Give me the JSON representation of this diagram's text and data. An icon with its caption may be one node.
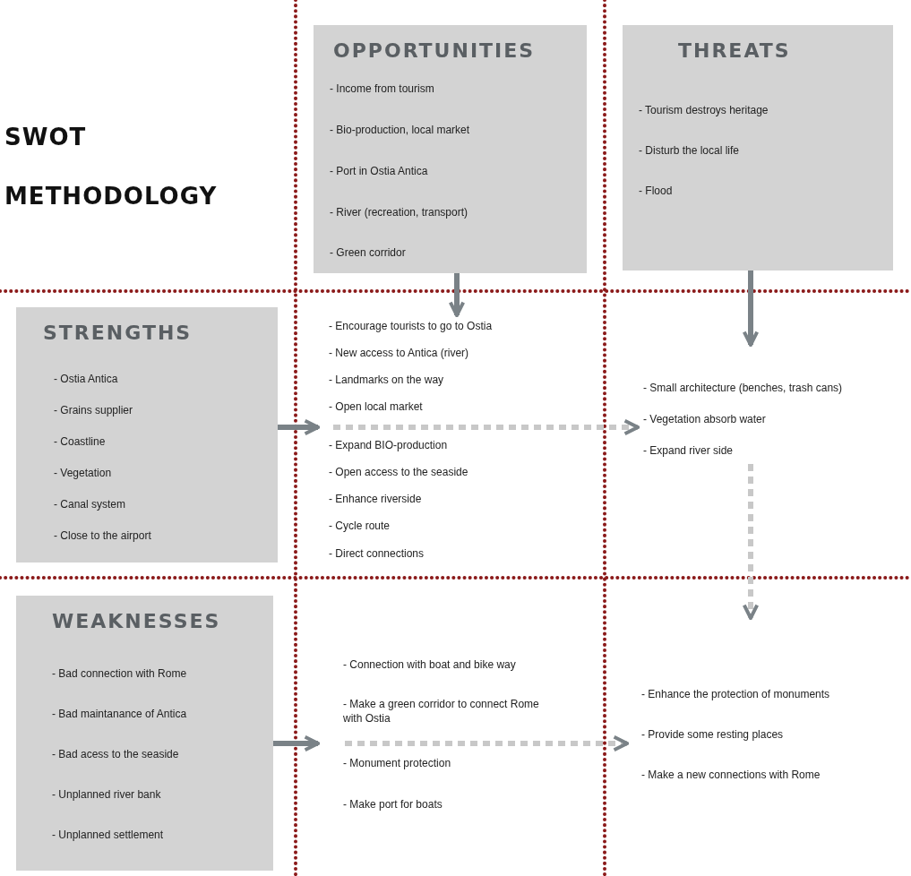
{
  "diagram": {
    "title": "SWOT METHODOLOGY",
    "nodes": [
      {
        "text": [
          "OPPORTUNITIES",
          "- Income from tourism",
          "- Bio-production, local market",
          "- Port in Ostia Antica",
          "- River (recreation, transport)",
          "- Green corridor"
        ]
      },
      {
        "text": [
          "THREATS",
          "- Tourism destroys heritage",
          "- Disturb the local life",
          "- Flood"
        ]
      },
      {
        "text": [
          "STRENGTHS",
          "- Ostia Antica",
          "- Grains supplier",
          "- Coastline",
          "- Vegetation",
          "- Canal system",
          "- Close to the airport"
        ]
      },
      {
        "text": [
          "WEAKNESSES",
          "- Bad connection with Rome",
          "- Bad maintanance of  Antica",
          "- Bad acess to the seaside",
          "- Unplanned river bank",
          "- Unplanned settlement"
        ]
      },
      {
        "text": [
          "- Encourage tourists to go to Ostia",
          "- New access to Antica (river)",
          "- Landmarks on the way",
          "- Open local market",
          "- Expand BIO-production",
          "- Open access to the seaside",
          "- Enhance riverside",
          "- Cycle route",
          "- Direct connections"
        ]
      },
      {
        "text": [
          "- Small architecture  (benches, trash cans)",
          "- Vegetation absorb water",
          "- Expand river side"
        ]
      },
      {
        "text": [
          "- Connection with boat and bike way",
          "- Make a green corridor to connect Rome with Ostia",
          "- Monument protection",
          "- Make port for boats"
        ]
      },
      {
        "text": [
          "- Enhance the protection of monuments",
          "- Provide some resting places",
          "- Make a new connections with Rome"
        ]
      }
    ],
    "edges": [
      {
        "from": 0,
        "to": 4,
        "arrow": "to"
      },
      {
        "from": 1,
        "to": 5,
        "arrow": "to"
      },
      {
        "from": 2,
        "to": 4,
        "arrow": "to"
      },
      {
        "from": 4,
        "to": 5,
        "arrow": "to",
        "style": "dashed",
        "color": "#c8c8c8"
      },
      {
        "from": 5,
        "to": 7,
        "arrow": "to",
        "style": "dashed",
        "color": "#c8c8c8"
      },
      {
        "from": 3,
        "to": 6,
        "arrow": "to"
      },
      {
        "from": 6,
        "to": 7,
        "arrow": "to",
        "style": "dashed",
        "color": "#c8c8c8"
      }
    ]
  }
}
